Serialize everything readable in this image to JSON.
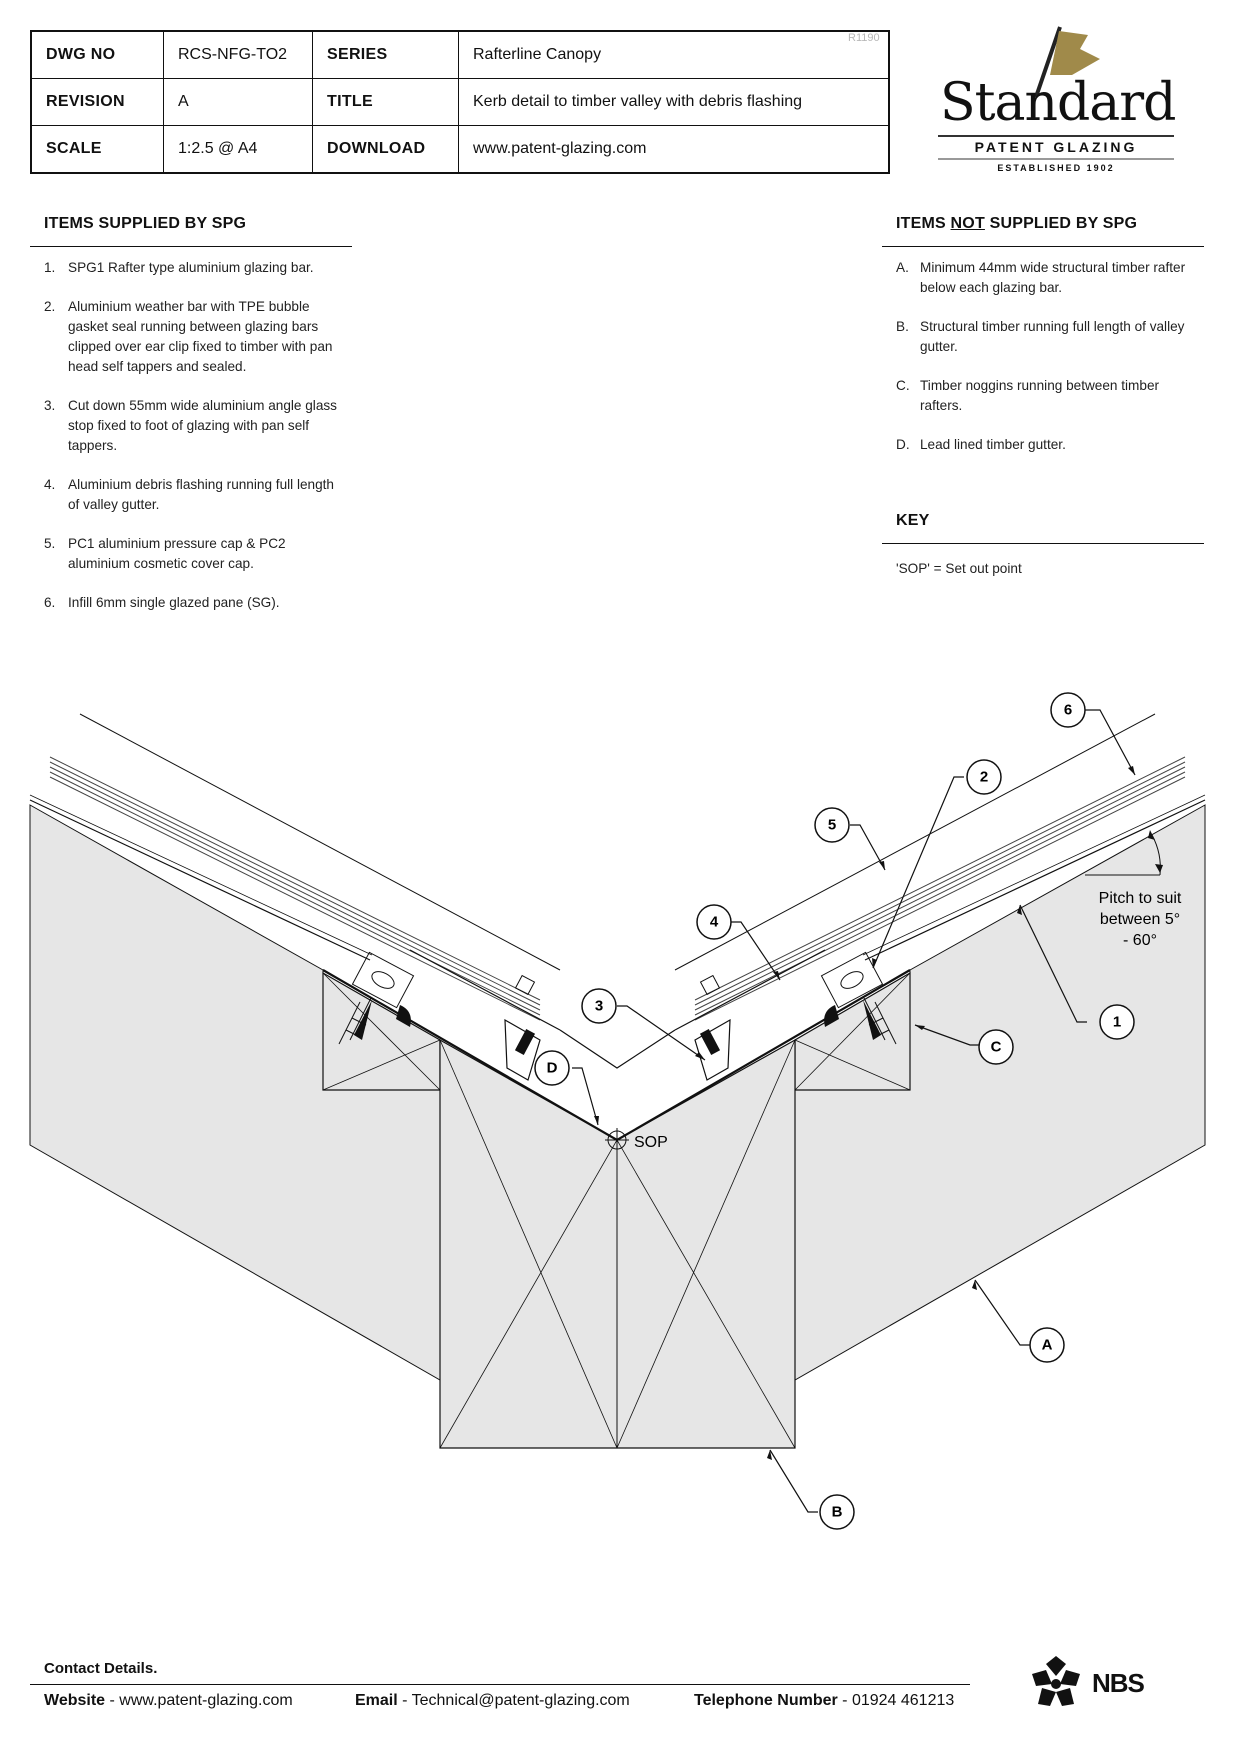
{
  "title_block": {
    "dwg_no_label": "DWG NO",
    "dwg_no": "RCS-NFG-TO2",
    "series_label": "SERIES",
    "series": "Rafterline Canopy",
    "revision_label": "REVISION",
    "revision": "A",
    "title_label": "TITLE",
    "title": "Kerb detail to timber valley with debris flashing",
    "scale_label": "SCALE",
    "scale": "1:2.5 @ A4",
    "download_label": "DOWNLOAD",
    "download": "www.patent-glazing.com",
    "rev_code": "R1190"
  },
  "logo": {
    "word": "Standard",
    "sub": "PATENT GLAZING",
    "est": "ESTABLISHED 1902",
    "flag_color": "#a08a4a"
  },
  "supplied": {
    "heading": "ITEMS SUPPLIED BY SPG",
    "items": [
      {
        "marker": "1.",
        "text": "SPG1 Rafter type aluminium glazing bar."
      },
      {
        "marker": "2.",
        "text": "Aluminium weather bar with TPE bubble gasket seal running between glazing bars clipped over ear clip fixed to timber with pan head self tappers and sealed."
      },
      {
        "marker": "3.",
        "text": "Cut down 55mm wide aluminium angle glass stop fixed to foot of glazing with pan self tappers."
      },
      {
        "marker": "4.",
        "text": "Aluminium debris flashing running full length of valley gutter."
      },
      {
        "marker": "5.",
        "text": "PC1 aluminium pressure cap & PC2 aluminium cosmetic cover cap."
      },
      {
        "marker": "6.",
        "text": "Infill 6mm single glazed pane (SG)."
      }
    ]
  },
  "not_supplied": {
    "heading_pre": "ITEMS ",
    "heading_not": "NOT",
    "heading_post": " SUPPLIED BY SPG",
    "items": [
      {
        "marker": "A.",
        "text": "Minimum 44mm wide structural timber rafter below each glazing bar."
      },
      {
        "marker": "B.",
        "text": "Structural timber running full length of valley gutter."
      },
      {
        "marker": "C.",
        "text": "Timber noggins running between timber rafters."
      },
      {
        "marker": "D.",
        "text": "Lead lined timber gutter."
      }
    ]
  },
  "key": {
    "heading": "KEY",
    "text": "'SOP' = Set out point"
  },
  "drawing": {
    "sop_label": "SOP",
    "pitch_note": [
      "Pitch to suit",
      "between 5°",
      "- 60°"
    ],
    "callouts": {
      "c1": "1",
      "c2": "2",
      "c3": "3",
      "c4": "4",
      "c5": "5",
      "c6": "6",
      "cA": "A",
      "cB": "B",
      "cC": "C",
      "cD": "D"
    },
    "timber_fill": "#e6e6e6"
  },
  "footer": {
    "contact_heading": "Contact Details.",
    "website_label": "Website",
    "website": "www.patent-glazing.com",
    "email_label": "Email",
    "email": "Technical@patent-glazing.com",
    "phone_label": "Telephone Number",
    "phone": "01924 461213",
    "nbs": "NBS"
  }
}
